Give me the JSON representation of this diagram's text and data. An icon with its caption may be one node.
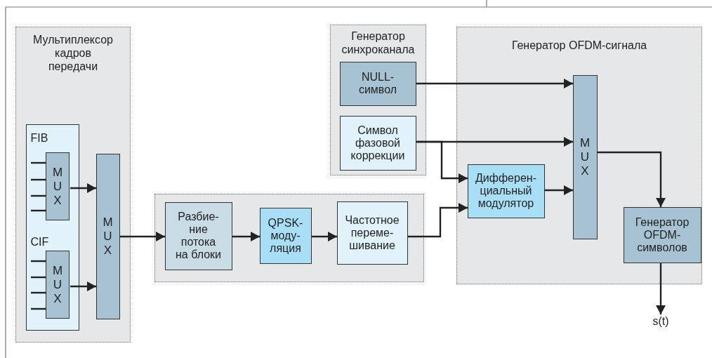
{
  "diagram": {
    "nodes": [
      {
        "text": [
          "Мультиплексор кадров передачи"
        ]
      },
      {
        "text": [
          "FIB",
          "CIF"
        ],
        "in": 0
      },
      {
        "text": [
          "MUX"
        ],
        "in": 1
      },
      {
        "text": [
          "MUX"
        ],
        "in": 1
      },
      {
        "text": [
          "MUX"
        ],
        "in": 0
      },
      {
        "text": [],
        "shape": "box"
      },
      {
        "text": [
          "Разбие- ние потока на блоки"
        ],
        "in": 5
      },
      {
        "text": [
          "QPSK- моду- ляция"
        ],
        "in": 5
      },
      {
        "text": [
          "Частотное переме- шивание"
        ],
        "in": 5
      },
      {
        "text": [
          "Генератор синхроканала"
        ]
      },
      {
        "text": [
          "NULL- символ"
        ],
        "in": 9
      },
      {
        "text": [
          "Символ фазовой коррекции"
        ],
        "in": 9
      },
      {
        "text": [
          "Генератор OFDM-сигнала"
        ]
      },
      {
        "text": [
          "Дифферен- циальный модулятор"
        ],
        "in": 12
      },
      {
        "text": [
          "MUX"
        ],
        "in": 12
      },
      {
        "text": [
          "Генератор OFDM- символов"
        ],
        "in": 12
      },
      {
        "text": [
          "s(t)"
        ]
      }
    ],
    "edges": [
      {
        "from": null,
        "to": 2,
        "arrow": "none"
      },
      {
        "from": null,
        "to": 2,
        "arrow": "none"
      },
      {
        "from": null,
        "to": 2,
        "arrow": "none"
      },
      {
        "from": null,
        "to": 2,
        "arrow": "none"
      },
      {
        "from": null,
        "to": 3,
        "arrow": "none"
      },
      {
        "from": null,
        "to": 3,
        "arrow": "none"
      },
      {
        "from": null,
        "to": 3,
        "arrow": "none"
      },
      {
        "from": null,
        "to": 3,
        "arrow": "none"
      },
      {
        "from": 2,
        "to": 4,
        "arrow": "to"
      },
      {
        "from": 3,
        "to": 4,
        "arrow": "to"
      },
      {
        "from": 4,
        "to": 6,
        "arrow": "to"
      },
      {
        "from": 6,
        "to": 7,
        "arrow": "to"
      },
      {
        "from": 7,
        "to": 8,
        "arrow": "to"
      },
      {
        "from": 8,
        "to": 13,
        "arrow": "to"
      },
      {
        "from": 10,
        "to": 14,
        "arrow": "to"
      },
      {
        "from": 11,
        "to": 14,
        "arrow": "to"
      },
      {
        "from": 11,
        "to": 13,
        "arrow": "to"
      },
      {
        "from": 13,
        "to": 14,
        "arrow": "to"
      },
      {
        "from": 14,
        "to": 15,
        "arrow": "to"
      },
      {
        "from": 15,
        "to": 16,
        "arrow": "to"
      }
    ]
  }
}
